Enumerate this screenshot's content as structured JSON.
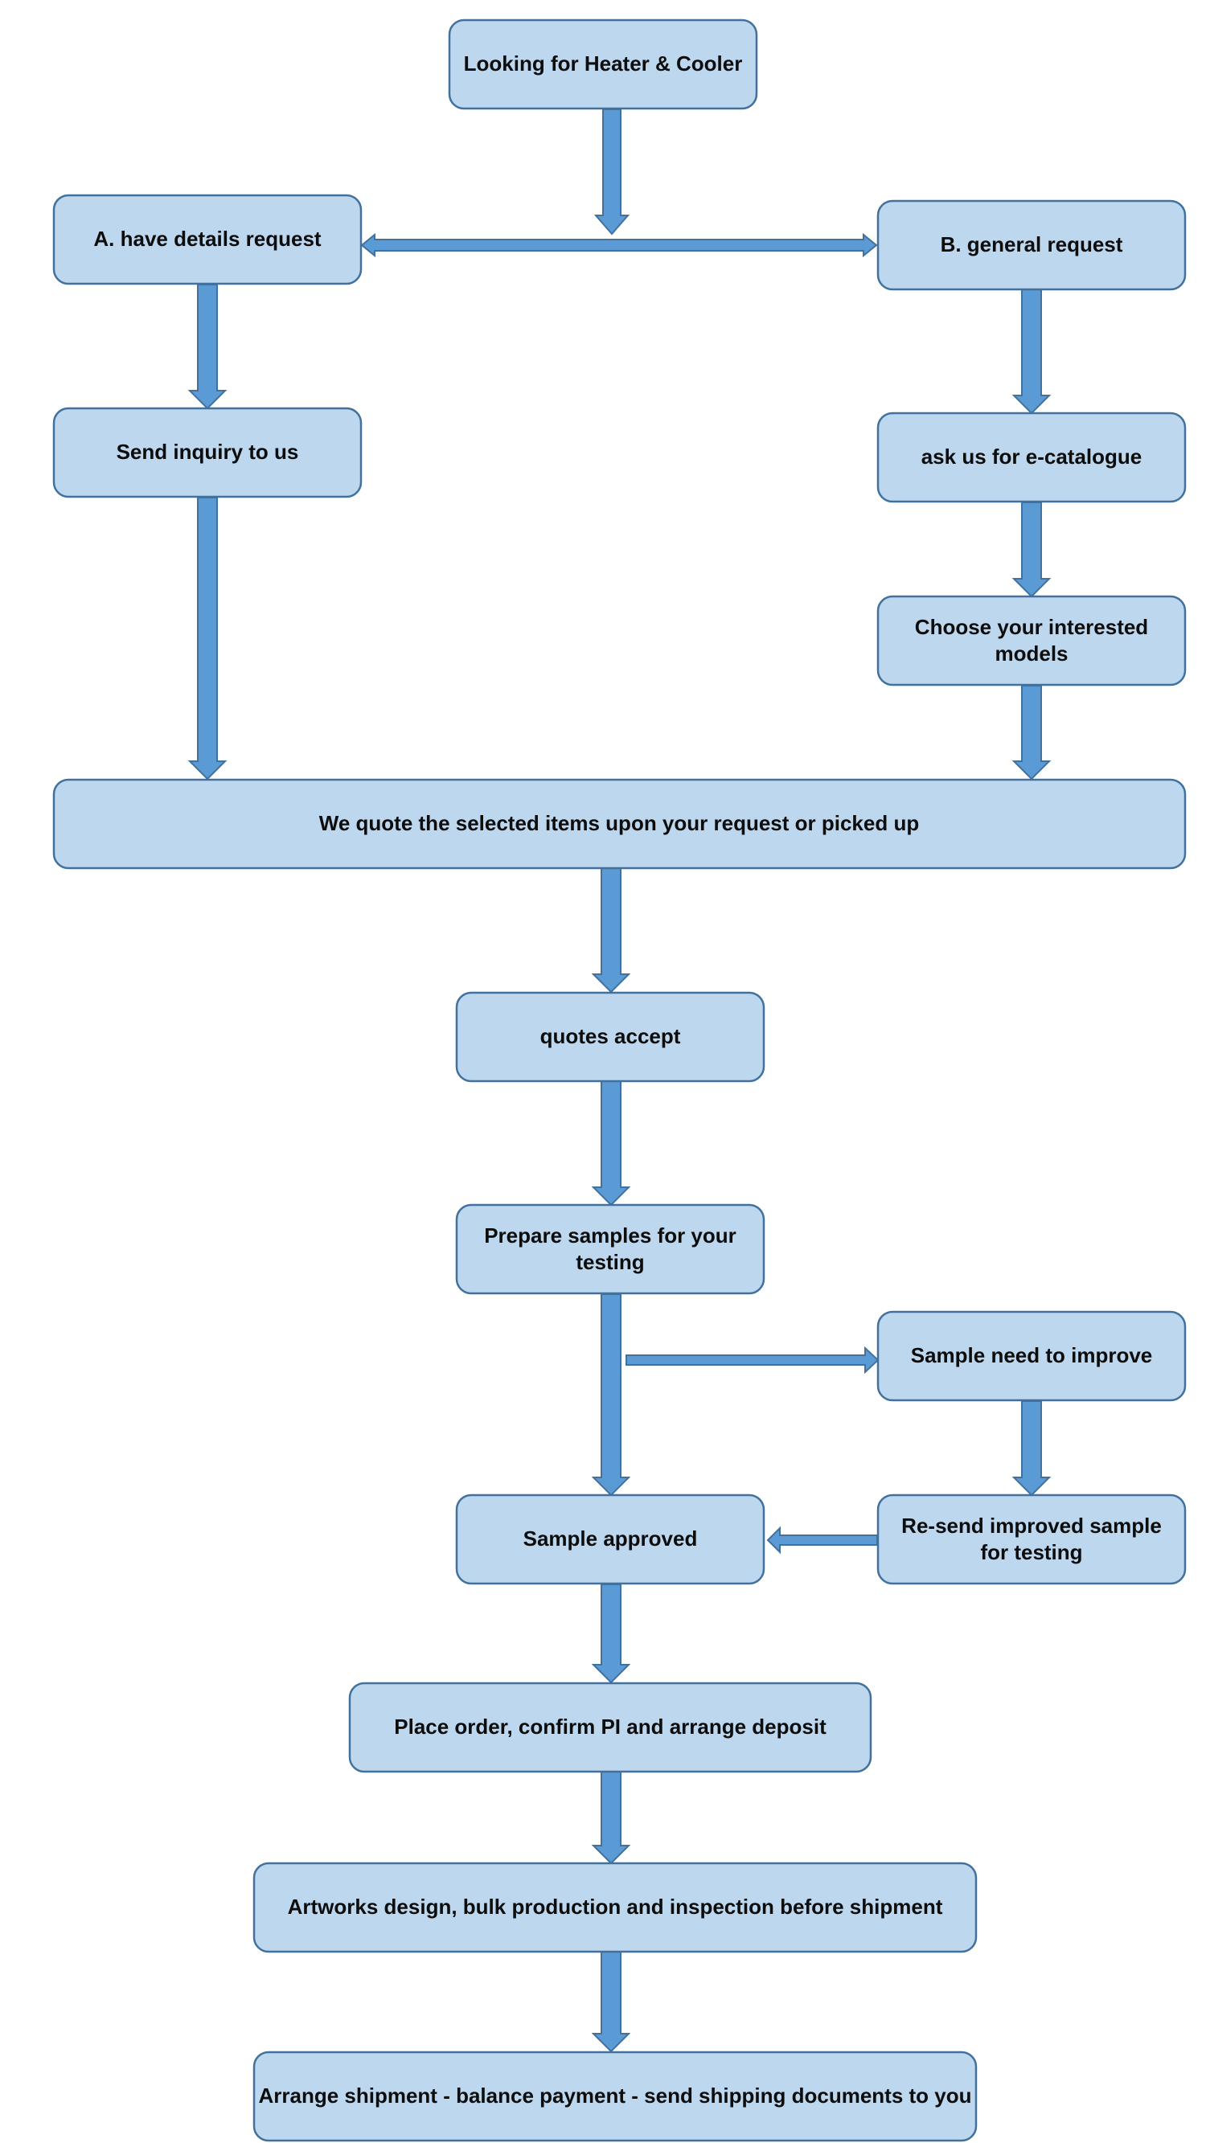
{
  "diagram": {
    "nodes": {
      "start": "Looking for Heater & Cooler",
      "detailed_request": "A. have details request",
      "general_request": "B. general request",
      "send_inquiry": "Send inquiry to us",
      "ask_catalogue": "ask us for e-catalogue",
      "choose_models_line1": "Choose your interested",
      "choose_models_line2": "models",
      "quote": "We quote the selected items upon your request or picked up",
      "quotes_accept": "quotes accept",
      "prepare_samples_line1": "Prepare samples for your",
      "prepare_samples_line2": "testing",
      "sample_improve": "Sample need to improve",
      "sample_approved": "Sample approved",
      "resend_sample_line1": "Re-send improved sample",
      "resend_sample_line2": "for testing",
      "place_order": "Place order, confirm PI and arrange deposit",
      "production": "Artworks design, bulk production and inspection before shipment",
      "shipment": "Arrange shipment - balance payment - send shipping documents to you"
    },
    "colors": {
      "node_fill": "#bdd7ee",
      "node_border": "#41719c",
      "arrow_fill": "#5b9bd5",
      "text": "#0d0d0d"
    }
  }
}
